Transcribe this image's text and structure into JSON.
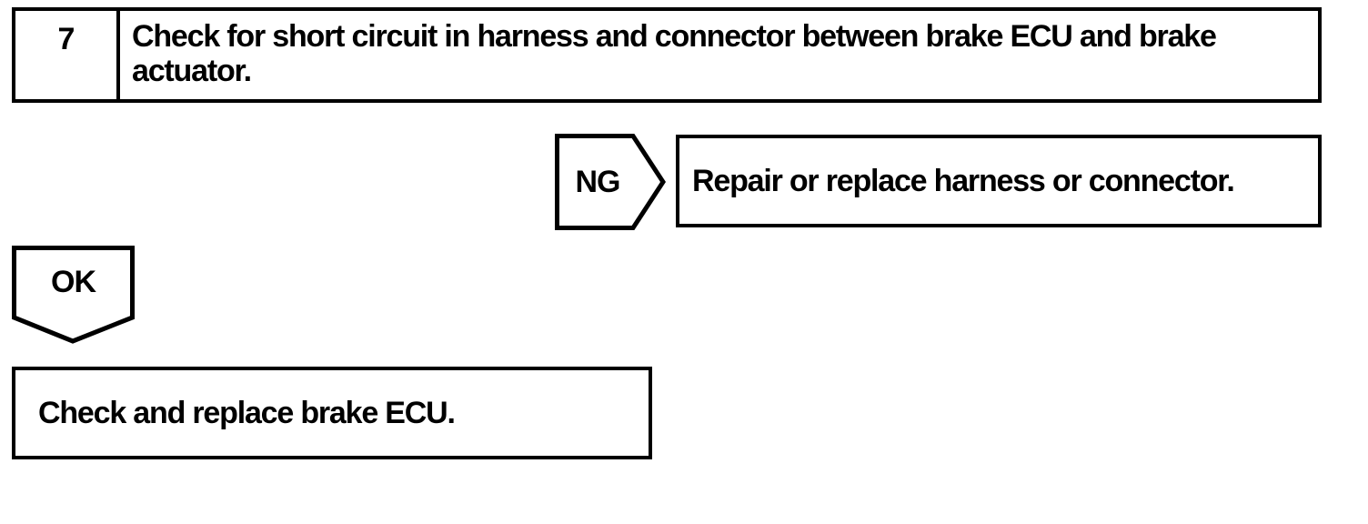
{
  "page": {
    "background_color": "#ffffff",
    "ink_color": "#000000"
  },
  "flowchart": {
    "step": {
      "number": "7",
      "instruction": "Check for short circuit in harness and connector between brake ECU and brake actuator."
    },
    "ng_branch": {
      "label": "NG",
      "action": "Repair or replace harness or connector."
    },
    "ok_branch": {
      "label": "OK",
      "action": "Check and replace brake ECU."
    }
  }
}
